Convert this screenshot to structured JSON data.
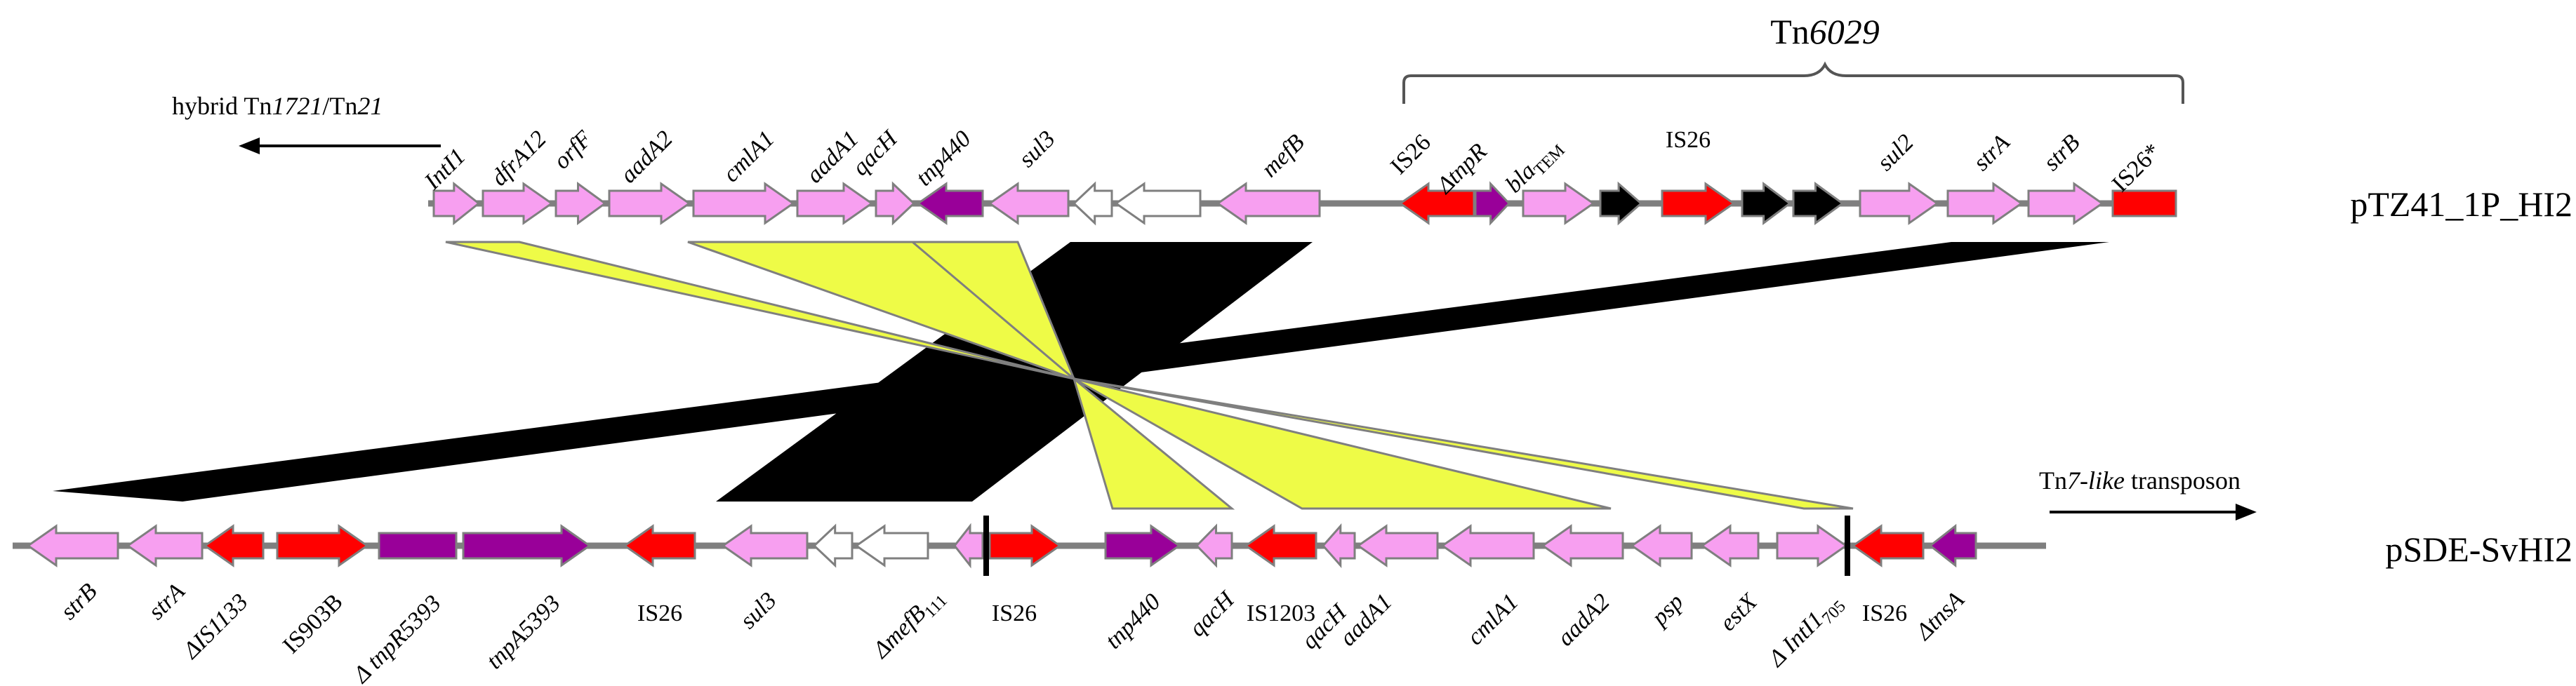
{
  "colors": {
    "pink": "#f79ff0",
    "magenta": "#990099",
    "red": "#ff0000",
    "black": "#000000",
    "white": "#ffffff",
    "yellow": "#eefb47",
    "backbone": "#7f7f7f"
  },
  "top": {
    "name": "pTZ41_1P_HI2",
    "transposon_label_prefix": "Tn",
    "transposon_label_number": "6029",
    "hybrid_label": {
      "p1": "hybrid Tn",
      "p2": "1721",
      "p3": "/Tn",
      "p4": "21"
    },
    "genes": [
      {
        "label": "IntI1",
        "color": "pink"
      },
      {
        "label": "dfrA12",
        "color": "pink"
      },
      {
        "label": "orfF",
        "color": "pink"
      },
      {
        "label": "aadA2",
        "color": "pink"
      },
      {
        "label": "cmlA1",
        "color": "pink"
      },
      {
        "label": "aadA1",
        "color": "pink"
      },
      {
        "label": "qacH",
        "color": "pink"
      },
      {
        "label": "tnp440",
        "color": "magenta"
      },
      {
        "label": "sul3",
        "color": "pink"
      },
      {
        "label": "",
        "color": "white"
      },
      {
        "label": "",
        "color": "white"
      },
      {
        "label": "mefB",
        "color": "pink"
      },
      {
        "label": "IS26",
        "color": "red"
      },
      {
        "label": "ΔtnpR",
        "color": "magenta"
      },
      {
        "label": "bla",
        "sub": "TEM",
        "color": "pink"
      },
      {
        "label": "",
        "color": "black"
      },
      {
        "label": "IS26",
        "color": "red"
      },
      {
        "label": "",
        "color": "black"
      },
      {
        "label": "",
        "color": "black"
      },
      {
        "label": "sul2",
        "color": "pink"
      },
      {
        "label": "strA",
        "color": "pink"
      },
      {
        "label": "strB",
        "color": "pink"
      },
      {
        "label": "IS26*",
        "color": "red"
      }
    ]
  },
  "bottom": {
    "name": "pSDE-SvHI2",
    "transposon_label_p1": "Tn",
    "transposon_label_p2": "7-like",
    "transposon_label_p3": " transposon",
    "genes": [
      {
        "label": "strB",
        "color": "pink"
      },
      {
        "label": "strA",
        "color": "pink"
      },
      {
        "label": "ΔIS1133",
        "color": "red"
      },
      {
        "label": "IS903B",
        "color": "red"
      },
      {
        "label": "Δ tnpR5393",
        "color": "magenta"
      },
      {
        "label": "tnpA5393",
        "color": "magenta"
      },
      {
        "label": "IS26",
        "color": "red"
      },
      {
        "label": "sul3",
        "color": "pink"
      },
      {
        "label": "",
        "color": "white"
      },
      {
        "label": "",
        "color": "white"
      },
      {
        "label": "ΔmefB",
        "sub": "111",
        "color": "pink"
      },
      {
        "label": "IS26",
        "color": "red"
      },
      {
        "label": "tnp440",
        "color": "magenta"
      },
      {
        "label": "qacH",
        "color": "pink"
      },
      {
        "label": "IS1203",
        "color": "red"
      },
      {
        "label": "qacH",
        "color": "pink"
      },
      {
        "label": "aadA1",
        "color": "pink"
      },
      {
        "label": "cmlA1",
        "color": "pink"
      },
      {
        "label": "aadA2",
        "color": "pink"
      },
      {
        "label": "psp",
        "color": "pink"
      },
      {
        "label": "estX",
        "color": "pink"
      },
      {
        "label": "Δ IntI1",
        "sub": "705",
        "color": "pink"
      },
      {
        "label": "IS26",
        "color": "red"
      },
      {
        "label": "ΔtnsA",
        "color": "magenta"
      }
    ]
  }
}
